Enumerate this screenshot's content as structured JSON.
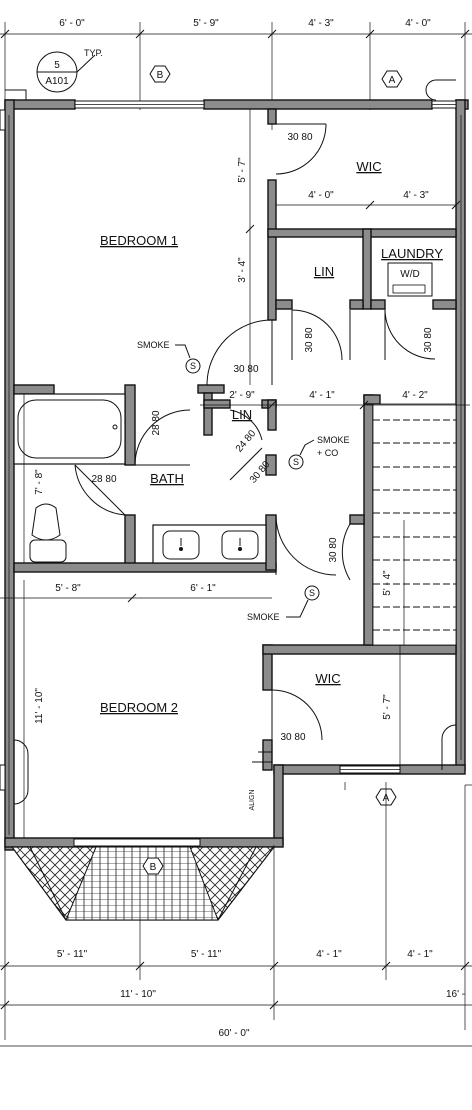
{
  "plan": {
    "top_dims": [
      "6' - 0\"",
      "5' - 9\"",
      "4' - 3\"",
      "4' - 0\""
    ],
    "callout_number": "5",
    "callout_sheet": "A101",
    "callout_note": "TYP.",
    "grid_markers": {
      "b_top": "B",
      "a_top": "A",
      "a_lower": "A",
      "b_bay": "B"
    },
    "rooms": {
      "bedroom1": "BEDROOM 1",
      "bedroom2": "BEDROOM 2",
      "wic_top": "WIC",
      "wic_bottom": "WIC",
      "lin_top": "LIN",
      "lin_small": "LIN",
      "laundry": "LAUNDRY",
      "laundry_unit": "W/D",
      "bath": "BATH"
    },
    "doors": {
      "wic_top": "30 80",
      "bed1": "30 80",
      "lin_top": "30 80",
      "laundry": "30 80",
      "bath_left": "28 80",
      "bath_tub": "28 80",
      "lin_small": "24 80",
      "hall": "30 80",
      "stair": "30 80",
      "wic_bottom": "30 80"
    },
    "interior_dims": {
      "wic_h": "5' - 7\"",
      "wic_w1": "4' - 0\"",
      "wic_w2": "4' - 3\"",
      "lin_h": "3' - 4\"",
      "hall_w1": "2' - 9\"",
      "hall_w2": "4' - 1\"",
      "hall_w3": "4' - 2\"",
      "bath_h": "7' - 8\"",
      "bath_w1": "5' - 8\"",
      "bath_w2": "6' - 1\"",
      "stair_h": "5' - 4\"",
      "wic2_h": "5' - 7\"",
      "bed2_h": "11' - 10\""
    },
    "notes": {
      "smoke1": "SMOKE",
      "smoke_co_1": "SMOKE",
      "smoke_co_2": "+ CO",
      "smoke3": "SMOKE",
      "align": "ALIGN",
      "detector": "S"
    },
    "bottom_dims": [
      "5' - 11\"",
      "5' - 11\"",
      "4' - 1\"",
      "4' - 1\""
    ],
    "sub_total_left": "11' - 10\"",
    "sub_total_right": "16' -",
    "total": "60' - 0\""
  }
}
